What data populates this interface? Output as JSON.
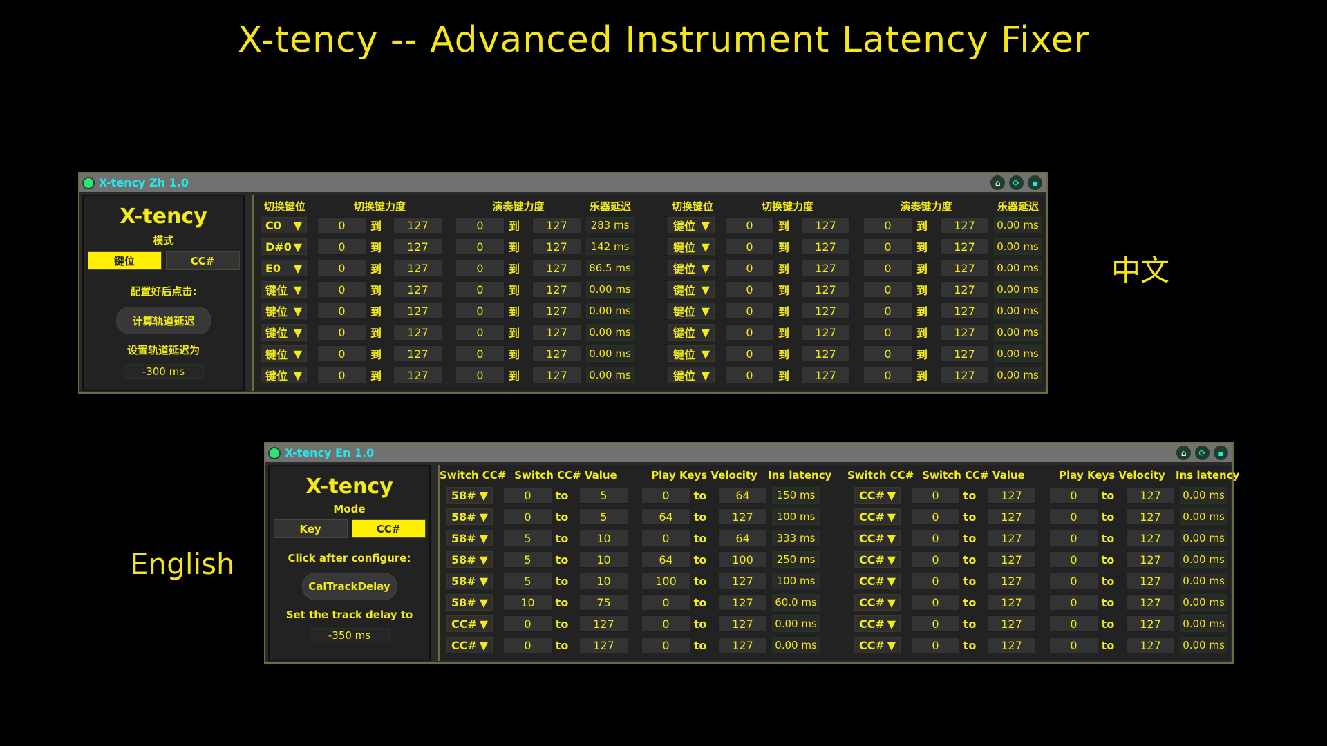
{
  "title": "X-tency -- Advanced Instrument Latency Fixer",
  "labels": {
    "zh": "中文",
    "en": "English"
  },
  "windows": [
    {
      "id": "zh",
      "title": "X-tency Zh 1.0",
      "logo": "X-tency",
      "mode_label": "模式",
      "mode_buttons": [
        "键位",
        "CC#"
      ],
      "mode_selected": 0,
      "hint": "配置好后点击:",
      "calc_button": "计算轨道延迟",
      "set_label": "设置轨道延迟为",
      "track_delay": "-300 ms",
      "headers": [
        "切换键位",
        "切换键力度",
        "演奏键力度",
        "乐器延迟"
      ],
      "to": "到",
      "groups": [
        [
          [
            "C0",
            "0",
            "127",
            "0",
            "127",
            "283 ms"
          ],
          [
            "D#0",
            "0",
            "127",
            "0",
            "127",
            "142 ms"
          ],
          [
            "E0",
            "0",
            "127",
            "0",
            "127",
            "86.5 ms"
          ],
          [
            "键位",
            "0",
            "127",
            "0",
            "127",
            "0.00 ms"
          ],
          [
            "键位",
            "0",
            "127",
            "0",
            "127",
            "0.00 ms"
          ],
          [
            "键位",
            "0",
            "127",
            "0",
            "127",
            "0.00 ms"
          ],
          [
            "键位",
            "0",
            "127",
            "0",
            "127",
            "0.00 ms"
          ],
          [
            "键位",
            "0",
            "127",
            "0",
            "127",
            "0.00 ms"
          ]
        ],
        [
          [
            "键位",
            "0",
            "127",
            "0",
            "127",
            "0.00 ms"
          ],
          [
            "键位",
            "0",
            "127",
            "0",
            "127",
            "0.00 ms"
          ],
          [
            "键位",
            "0",
            "127",
            "0",
            "127",
            "0.00 ms"
          ],
          [
            "键位",
            "0",
            "127",
            "0",
            "127",
            "0.00 ms"
          ],
          [
            "键位",
            "0",
            "127",
            "0",
            "127",
            "0.00 ms"
          ],
          [
            "键位",
            "0",
            "127",
            "0",
            "127",
            "0.00 ms"
          ],
          [
            "键位",
            "0",
            "127",
            "0",
            "127",
            "0.00 ms"
          ],
          [
            "键位",
            "0",
            "127",
            "0",
            "127",
            "0.00 ms"
          ]
        ]
      ]
    },
    {
      "id": "en",
      "title": "X-tency En 1.0",
      "logo": "X-tency",
      "mode_label": "Mode",
      "mode_buttons": [
        "Key",
        "CC#"
      ],
      "mode_selected": 1,
      "hint": "Click after configure:",
      "calc_button": "CalTrackDelay",
      "set_label": "Set the track delay to",
      "track_delay": "-350 ms",
      "headers": [
        "Switch CC#",
        "Switch CC# Value",
        "Play Keys Velocity",
        "Ins latency"
      ],
      "to": "to",
      "groups": [
        [
          [
            "58#",
            "0",
            "5",
            "0",
            "64",
            "150 ms"
          ],
          [
            "58#",
            "0",
            "5",
            "64",
            "127",
            "100 ms"
          ],
          [
            "58#",
            "5",
            "10",
            "0",
            "64",
            "333 ms"
          ],
          [
            "58#",
            "5",
            "10",
            "64",
            "100",
            "250 ms"
          ],
          [
            "58#",
            "5",
            "10",
            "100",
            "127",
            "100 ms"
          ],
          [
            "58#",
            "10",
            "75",
            "0",
            "127",
            "60.0 ms"
          ],
          [
            "CC#",
            "0",
            "127",
            "0",
            "127",
            "0.00 ms"
          ],
          [
            "CC#",
            "0",
            "127",
            "0",
            "127",
            "0.00 ms"
          ]
        ],
        [
          [
            "CC#",
            "0",
            "127",
            "0",
            "127",
            "0.00 ms"
          ],
          [
            "CC#",
            "0",
            "127",
            "0",
            "127",
            "0.00 ms"
          ],
          [
            "CC#",
            "0",
            "127",
            "0",
            "127",
            "0.00 ms"
          ],
          [
            "CC#",
            "0",
            "127",
            "0",
            "127",
            "0.00 ms"
          ],
          [
            "CC#",
            "0",
            "127",
            "0",
            "127",
            "0.00 ms"
          ],
          [
            "CC#",
            "0",
            "127",
            "0",
            "127",
            "0.00 ms"
          ],
          [
            "CC#",
            "0",
            "127",
            "0",
            "127",
            "0.00 ms"
          ],
          [
            "CC#",
            "0",
            "127",
            "0",
            "127",
            "0.00 ms"
          ]
        ]
      ]
    }
  ],
  "icons": [
    "link-icon",
    "refresh-icon",
    "save-icon"
  ]
}
